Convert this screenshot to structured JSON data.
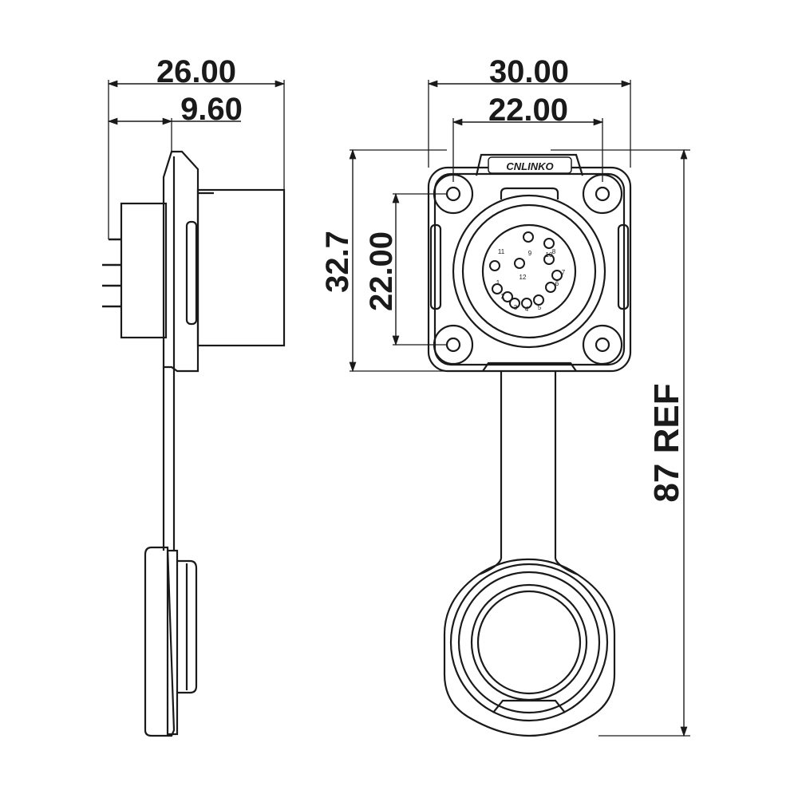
{
  "colors": {
    "line": "#1a1a1a",
    "background": "#ffffff"
  },
  "logo_text": "CNLINKO",
  "dimensions": {
    "side_total_width": "26.00",
    "side_flange_width": "9.60",
    "front_width": "30.00",
    "front_hole_spacing_x": "22.00",
    "front_height": "32.7",
    "front_hole_spacing_y": "22.00",
    "overall_length": "87 REF"
  },
  "pin_numbers": [
    "1",
    "2",
    "3",
    "4",
    "5",
    "6",
    "7",
    "8",
    "9",
    "10",
    "11",
    "12"
  ]
}
